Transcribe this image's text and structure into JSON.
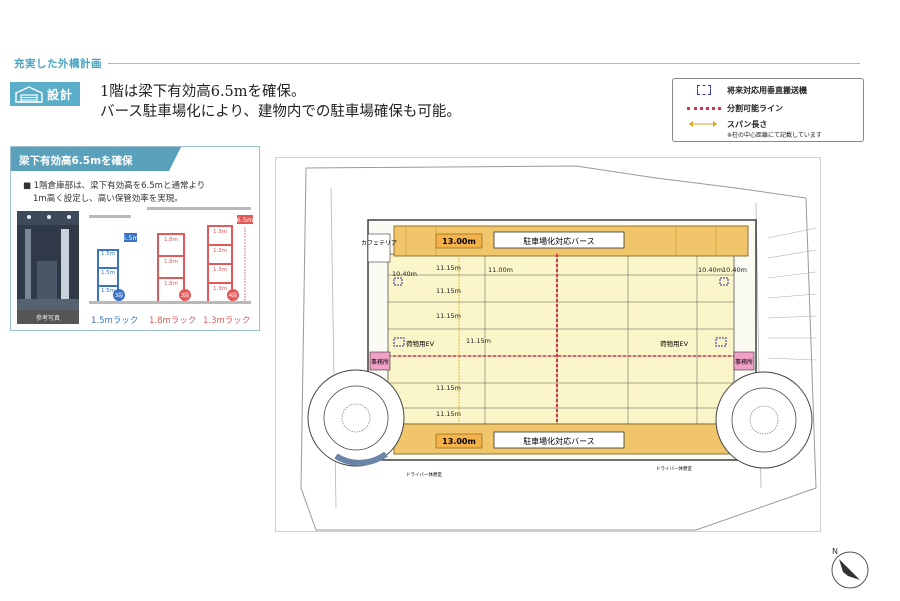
{
  "section": {
    "title": "充実した外構計画"
  },
  "badge": {
    "label": "設計",
    "icon": "warehouse-icon"
  },
  "headline": {
    "line1": "1階は梁下有効高6.5mを確保。",
    "line2": "バース駐車場化により、建物内での駐車場確保も可能。"
  },
  "legend": {
    "items": [
      {
        "label": "将来対応用垂直搬送機",
        "note": "",
        "icon": "dashed-square-icon"
      },
      {
        "label": "分割可能ライン",
        "note": "",
        "icon": "dashed-red-line-icon"
      },
      {
        "label": "スパン長さ",
        "note": "※柱の中心距離にて記載しています",
        "icon": "double-arrow-icon"
      }
    ]
  },
  "panel": {
    "title": "梁下有効高6.5mを確保",
    "desc_line1": "■ 1階倉庫部は、梁下有効高を6.5mと通常より",
    "desc_line2": "1m高く設定し、高い保管効率を実現。",
    "photo_caption": "参考写真",
    "racks": [
      {
        "label": "1.5mラック",
        "levels": "3段",
        "heights": [
          "1.5m",
          "1.5m",
          "1.5m"
        ],
        "total": "5.5m",
        "color": "#3a73c4"
      },
      {
        "label": "1.8mラック",
        "levels": "3段",
        "heights": [
          "1.8m",
          "1.8m",
          "1.8m"
        ],
        "total": "",
        "color": "#e05a5a"
      },
      {
        "label": "1.3mラック",
        "levels": "4段",
        "heights": [
          "1.3m",
          "1.3m",
          "1.3m",
          "1.3m"
        ],
        "total": "6.5m",
        "color": "#e05a5a"
      }
    ]
  },
  "plan": {
    "berth_label": "駐車場化対応バース",
    "berth_span": "13.00m",
    "cafe": "カフェテリア",
    "freight_ev": "荷物用EV",
    "office": "事務所",
    "driver_rest": "ドライバー休憩室",
    "spans": {
      "s1115": "11.15m",
      "s1100": "11.00m",
      "s1040": "10.40m"
    }
  }
}
